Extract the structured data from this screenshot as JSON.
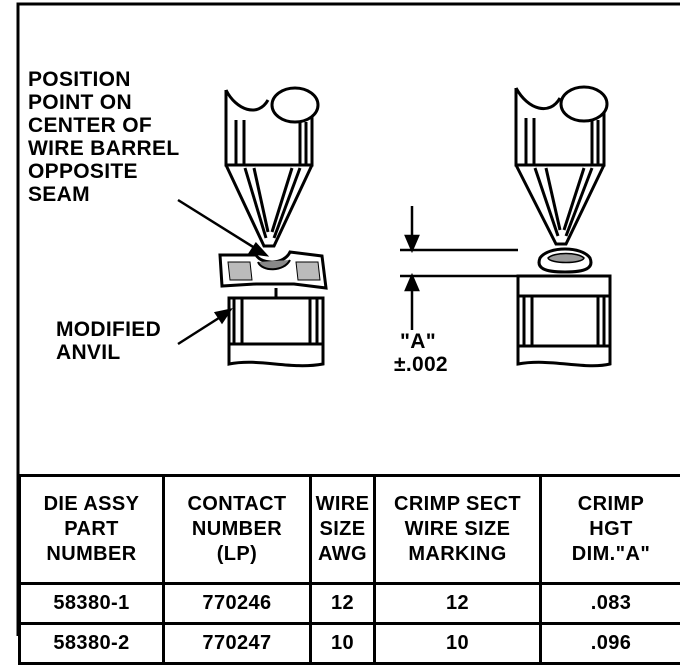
{
  "labels": {
    "position_point": [
      "POSITION",
      "POINT ON",
      "CENTER OF",
      "WIRE BARREL",
      "OPPOSITE",
      "SEAM"
    ],
    "modified_anvil": [
      "MODIFIED",
      "ANVIL"
    ],
    "dim_a": "\"A\"",
    "tolerance": "±.002"
  },
  "table": {
    "headers": [
      [
        "DIE ASSY",
        "PART",
        "NUMBER"
      ],
      [
        "CONTACT",
        "NUMBER",
        "(LP)"
      ],
      [
        "WIRE",
        "SIZE",
        "AWG"
      ],
      [
        "CRIMP SECT",
        "WIRE SIZE",
        "MARKING"
      ],
      [
        "CRIMP",
        "HGT",
        "DIM.\"A\""
      ]
    ],
    "rows": [
      [
        "58380-1",
        "770246",
        "12",
        "12",
        ".083"
      ],
      [
        "58380-2",
        "770247",
        "10",
        "10",
        ".096"
      ]
    ]
  },
  "colors": {
    "ink": "#000000",
    "paper": "#ffffff"
  }
}
